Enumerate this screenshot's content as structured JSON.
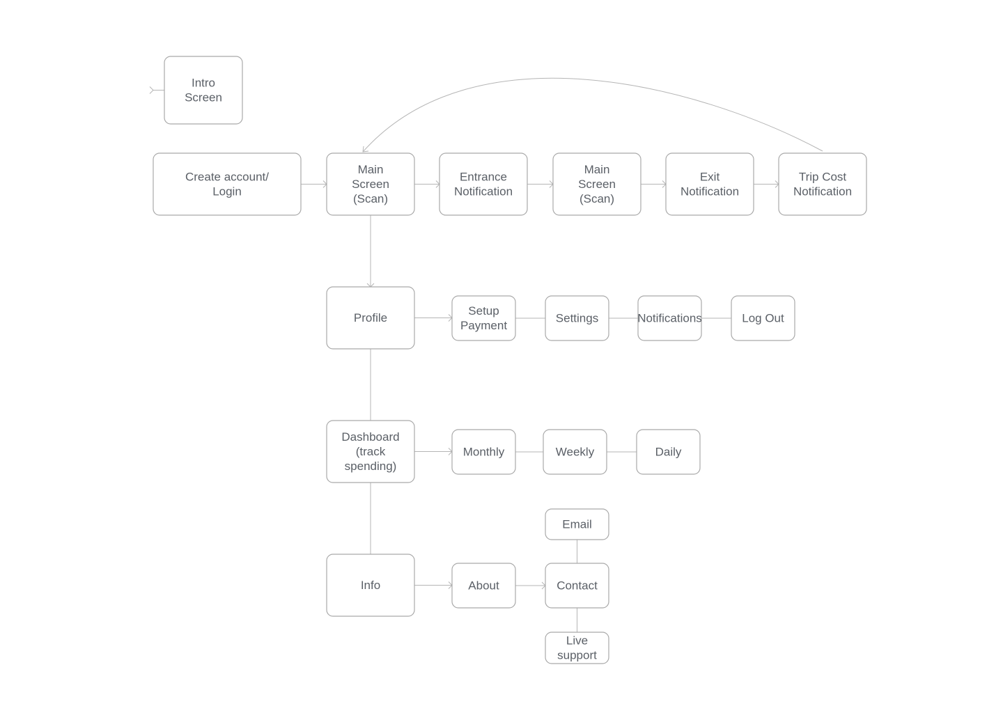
{
  "diagram": {
    "nodes": [
      {
        "id": "intro",
        "lines": [
          "Intro",
          "Screen"
        ]
      },
      {
        "id": "create-account",
        "lines": [
          "Create account/",
          "Login"
        ]
      },
      {
        "id": "main-screen-1",
        "lines": [
          "Main",
          "Screen",
          "(Scan)"
        ]
      },
      {
        "id": "entrance-notification",
        "lines": [
          "Entrance",
          "Notification"
        ]
      },
      {
        "id": "main-screen-2",
        "lines": [
          "Main",
          "Screen",
          "(Scan)"
        ]
      },
      {
        "id": "exit-notification",
        "lines": [
          "Exit",
          "Notification"
        ]
      },
      {
        "id": "trip-cost-notification",
        "lines": [
          "Trip Cost",
          "Notification"
        ]
      },
      {
        "id": "profile",
        "lines": [
          "Profile"
        ]
      },
      {
        "id": "setup-payment",
        "lines": [
          "Setup",
          "Payment"
        ]
      },
      {
        "id": "settings",
        "lines": [
          "Settings"
        ]
      },
      {
        "id": "notifications",
        "lines": [
          "Notifications"
        ]
      },
      {
        "id": "log-out",
        "lines": [
          "Log Out"
        ]
      },
      {
        "id": "dashboard",
        "lines": [
          "Dashboard",
          "(track",
          "spending)"
        ]
      },
      {
        "id": "monthly",
        "lines": [
          "Monthly"
        ]
      },
      {
        "id": "weekly",
        "lines": [
          "Weekly"
        ]
      },
      {
        "id": "daily",
        "lines": [
          "Daily"
        ]
      },
      {
        "id": "info",
        "lines": [
          "Info"
        ]
      },
      {
        "id": "about",
        "lines": [
          "About"
        ]
      },
      {
        "id": "contact",
        "lines": [
          "Contact"
        ]
      },
      {
        "id": "email",
        "lines": [
          "Email"
        ]
      },
      {
        "id": "live-support",
        "lines": [
          "Live",
          "support"
        ]
      }
    ],
    "edges": [
      {
        "from": "intro",
        "to": "create-account",
        "arrow": true
      },
      {
        "from": "create-account",
        "to": "main-screen-1",
        "arrow": true
      },
      {
        "from": "main-screen-1",
        "to": "entrance-notification",
        "arrow": true
      },
      {
        "from": "entrance-notification",
        "to": "main-screen-2",
        "arrow": true
      },
      {
        "from": "main-screen-2",
        "to": "exit-notification",
        "arrow": true
      },
      {
        "from": "exit-notification",
        "to": "trip-cost-notification",
        "arrow": true
      },
      {
        "from": "trip-cost-notification",
        "to": "main-screen-1",
        "arrow": true
      },
      {
        "from": "main-screen-1",
        "to": "profile",
        "arrow": true
      },
      {
        "from": "profile",
        "to": "setup-payment",
        "arrow": true
      },
      {
        "from": "setup-payment",
        "to": "settings",
        "arrow": false
      },
      {
        "from": "settings",
        "to": "notifications",
        "arrow": false
      },
      {
        "from": "notifications",
        "to": "log-out",
        "arrow": false
      },
      {
        "from": "profile",
        "to": "dashboard",
        "arrow": false
      },
      {
        "from": "dashboard",
        "to": "monthly",
        "arrow": true
      },
      {
        "from": "monthly",
        "to": "weekly",
        "arrow": false
      },
      {
        "from": "weekly",
        "to": "daily",
        "arrow": false
      },
      {
        "from": "dashboard",
        "to": "info",
        "arrow": false
      },
      {
        "from": "info",
        "to": "about",
        "arrow": true
      },
      {
        "from": "about",
        "to": "contact",
        "arrow": true
      },
      {
        "from": "email",
        "to": "contact",
        "arrow": false
      },
      {
        "from": "contact",
        "to": "live-support",
        "arrow": false
      }
    ]
  }
}
